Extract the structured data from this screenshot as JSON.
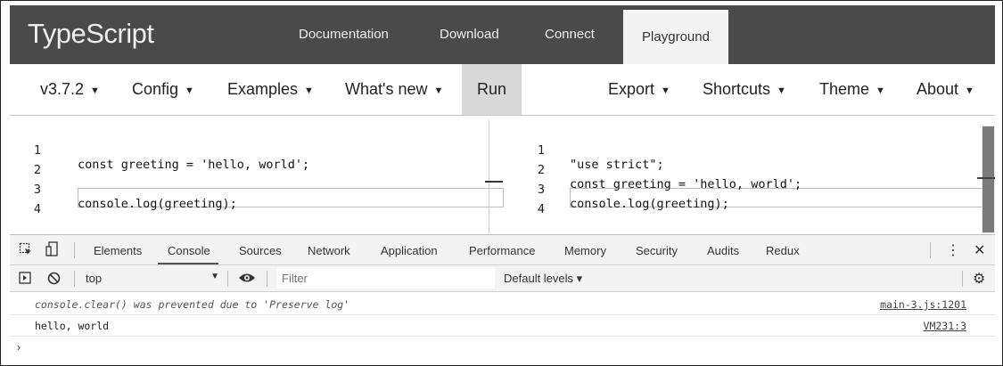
{
  "header": {
    "logo": "TypeScript",
    "nav": [
      "Documentation",
      "Download",
      "Connect",
      "Playground"
    ],
    "active": "Playground"
  },
  "toolbar": {
    "left_items": [
      "v3.7.2",
      "Config",
      "Examples",
      "What's new"
    ],
    "run_label": "Run",
    "right_items": [
      "Export",
      "Shortcuts",
      "Theme",
      "About"
    ]
  },
  "editor_left": {
    "lines": [
      {
        "n": "1",
        "code": "const greeting = 'hello, world';"
      },
      {
        "n": "2",
        "code": ""
      },
      {
        "n": "3",
        "code": "console.log(greeting);"
      },
      {
        "n": "4",
        "code": ""
      }
    ]
  },
  "editor_right": {
    "lines": [
      {
        "n": "1",
        "code": "\"use strict\";"
      },
      {
        "n": "2",
        "code": "const greeting = 'hello, world';"
      },
      {
        "n": "3",
        "code": "console.log(greeting);"
      },
      {
        "n": "4",
        "code": ""
      }
    ]
  },
  "devtools": {
    "tabs": [
      "Elements",
      "Console",
      "Sources",
      "Network",
      "Application",
      "Performance",
      "Memory",
      "Security",
      "Audits",
      "Redux"
    ],
    "active_tab": "Console",
    "context": "top",
    "filter_placeholder": "Filter",
    "levels": "Default levels ▾",
    "logs": [
      {
        "message": "console.clear() was prevented due to 'Preserve log'",
        "source": "main-3.js:1201",
        "italic": true
      },
      {
        "message": "hello, world",
        "source": "VM231:3",
        "italic": false
      }
    ],
    "prompt": "›"
  },
  "icons": {
    "inspect": "inspect-element-icon",
    "device": "device-toolbar-icon",
    "more": "more-vertical-icon",
    "close": "close-icon",
    "sidebar": "console-sidebar-icon",
    "clear": "clear-console-icon",
    "eye": "eye-icon",
    "settings": "gear-icon"
  }
}
